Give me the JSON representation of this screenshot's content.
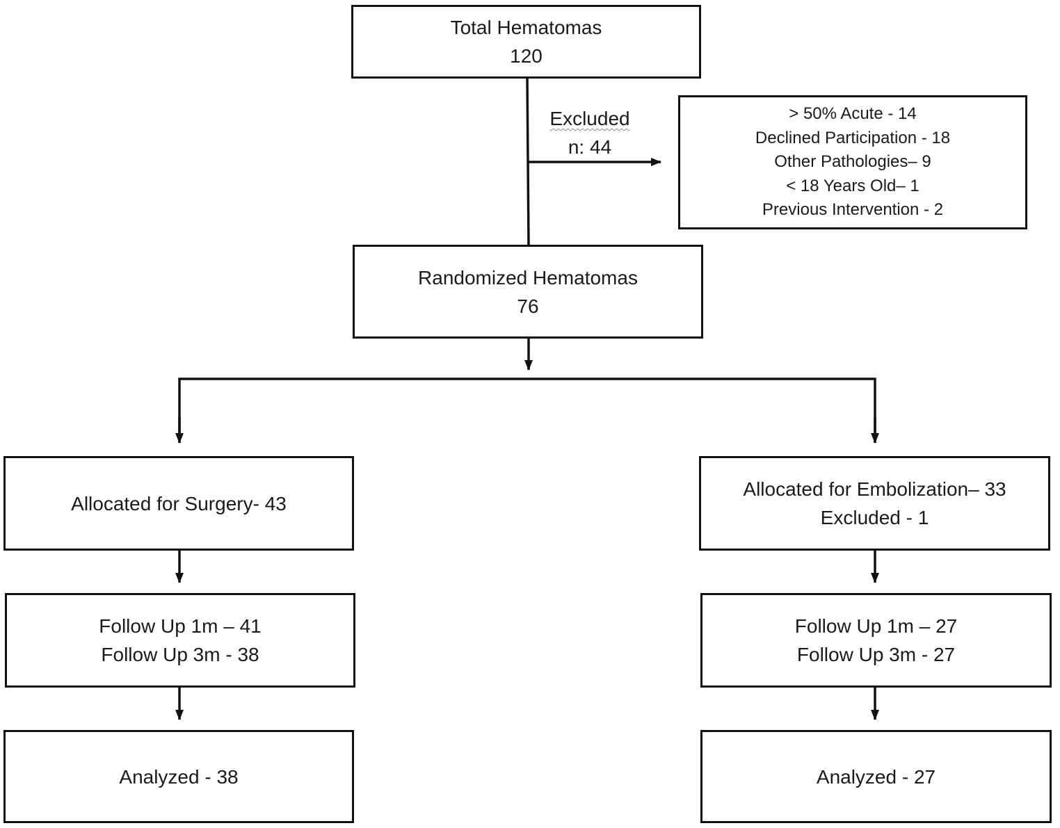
{
  "total": {
    "title": "Total Hematomas",
    "count": "120"
  },
  "excluded_branch": {
    "label": "Excluded",
    "count": "n: 44"
  },
  "exclusion_reasons": [
    "> 50% Acute - 14",
    "Declined Participation - 18",
    "Other Pathologies– 9",
    "< 18 Years Old– 1",
    "Previous Intervention - 2"
  ],
  "randomized": {
    "title": "Randomized Hematomas",
    "count": "76"
  },
  "surgery_arm": {
    "allocated": "Allocated for Surgery- 43",
    "followup_1m": "Follow Up 1m – 41",
    "followup_3m": "Follow Up 3m - 38",
    "analyzed": "Analyzed - 38"
  },
  "embolization_arm": {
    "allocated": "Allocated for Embolization– 33",
    "excluded": "Excluded - 1",
    "followup_1m": "Follow Up 1m – 27",
    "followup_3m": "Follow Up 3m - 27",
    "analyzed": "Analyzed - 27"
  }
}
